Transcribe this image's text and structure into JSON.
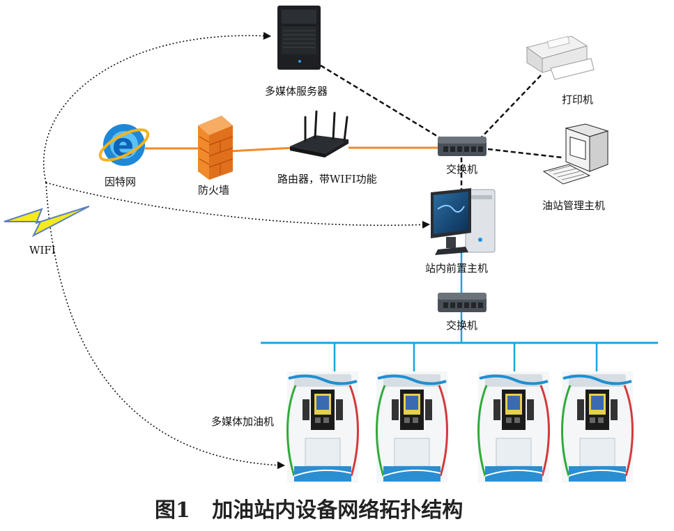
{
  "labels": {
    "media_server": "多媒体服务器",
    "printer": "打印机",
    "internet": "因特网",
    "firewall": "防火墙",
    "router": "路由器，带WIFI功能",
    "switch_top": "交换机",
    "station_manager": "油站管理主机",
    "wifi": "WIFI",
    "front_host": "站内前置主机",
    "switch_bottom": "交换机",
    "dispenser": "多媒体加油机"
  },
  "caption": "图1   加油站内设备网络拓扑结构",
  "colors": {
    "orange_link": "#f08a2c",
    "blue_bus": "#1ba4dc",
    "dashed_link": "#111111",
    "wifi_bolt": "#f5ea1e"
  },
  "icons": {
    "server": "server-icon",
    "printer": "printer-icon",
    "internet": "internet-explorer-icon",
    "firewall": "brick-wall-icon",
    "router": "wifi-router-icon",
    "switch": "network-switch-icon",
    "pc": "desktop-computer-icon",
    "wifi": "lightning-bolt-icon",
    "dispenser": "fuel-dispenser-icon"
  }
}
